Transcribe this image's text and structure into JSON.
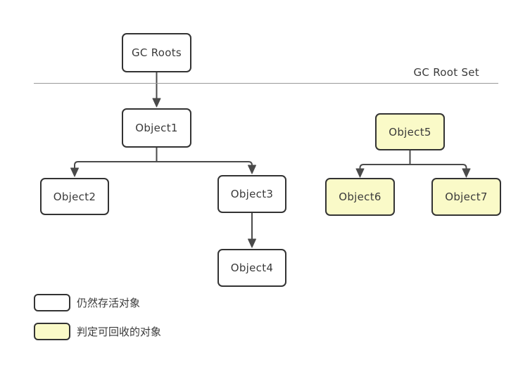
{
  "diagram": {
    "root_set": {
      "label": "GC Root Set"
    },
    "nodes": {
      "gc_roots": {
        "label": "GC Roots",
        "status": "alive"
      },
      "object1": {
        "label": "Object1",
        "status": "alive"
      },
      "object2": {
        "label": "Object2",
        "status": "alive"
      },
      "object3": {
        "label": "Object3",
        "status": "alive"
      },
      "object4": {
        "label": "Object4",
        "status": "alive"
      },
      "object5": {
        "label": "Object5",
        "status": "recyclable"
      },
      "object6": {
        "label": "Object6",
        "status": "recyclable"
      },
      "object7": {
        "label": "Object7",
        "status": "recyclable"
      }
    },
    "edges": [
      {
        "from": "gc_roots",
        "to": "object1"
      },
      {
        "from": "object1",
        "to": "object2"
      },
      {
        "from": "object1",
        "to": "object3"
      },
      {
        "from": "object3",
        "to": "object4"
      },
      {
        "from": "object5",
        "to": "object6"
      },
      {
        "from": "object5",
        "to": "object7"
      }
    ],
    "legend": [
      {
        "key": "alive",
        "label": "仍然存活对象"
      },
      {
        "key": "recyclable",
        "label": "判定可回收的对象"
      }
    ],
    "colors": {
      "alive_fill": "#ffffff",
      "recyclable_fill": "#fafac8",
      "node_border": "#333333",
      "edge": "#4a4a4a",
      "divider": "#999999",
      "text": "#3a3a3a",
      "bg": "#ffffff"
    }
  }
}
